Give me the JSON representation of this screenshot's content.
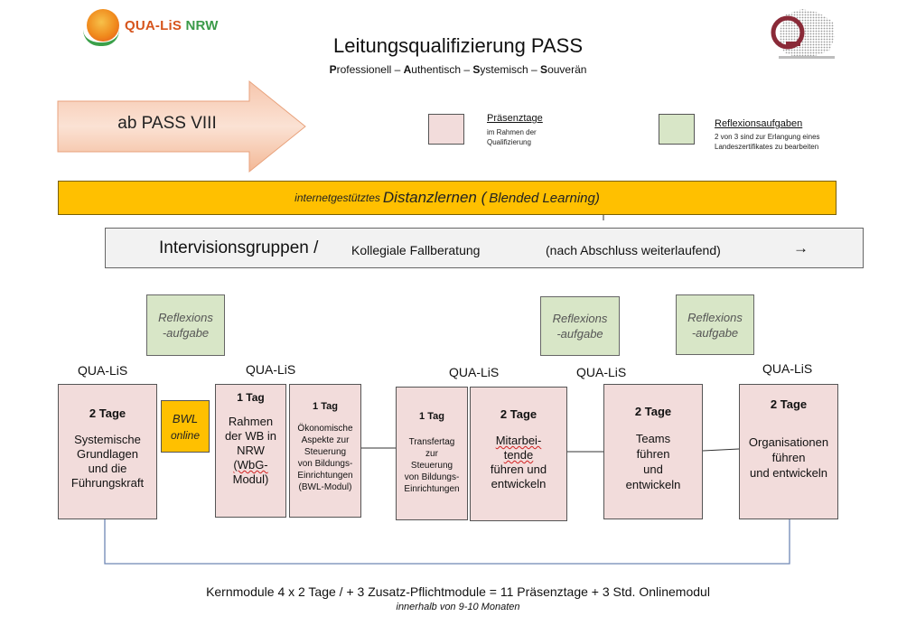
{
  "logo": {
    "part1": "QUA-LiS",
    "part2": "NRW"
  },
  "header": {
    "title": "Leitungsqualifizierung PASS",
    "subtitle_parts": [
      {
        "initial": "P",
        "rest": "rofessionell – "
      },
      {
        "initial": "A",
        "rest": "uthentisch – "
      },
      {
        "initial": "S",
        "rest": "ystemisch – "
      },
      {
        "initial": "S",
        "rest": "ouverän"
      }
    ]
  },
  "arrow": {
    "label": "ab PASS VIII"
  },
  "legend": {
    "praesenz_title": "Präsenztage",
    "praesenz_desc": "im Rahmen der Qualifizierung",
    "reflexion_title": "Reflexionsaufgaben",
    "reflexion_desc": "2 von 3 sind zur Erlangung eines Landeszertifikates zu bearbeiten"
  },
  "distanz_bar": {
    "prefix": "internetgestütztes",
    "main": "Distanzlernen (",
    "suffix": "Blended Learning)"
  },
  "intervision_bar": {
    "title": "Intervisionsgruppen /",
    "subtitle": "Kollegiale Fallberatung",
    "note": "(nach Abschluss weiterlaufend)",
    "arrow": "→"
  },
  "reflexion_boxes": [
    {
      "line1": "Reflexions",
      "line2": "-aufgabe"
    },
    {
      "line1": "Reflexions",
      "line2": "-aufgabe"
    },
    {
      "line1": "Reflexions",
      "line2": "-aufgabe"
    }
  ],
  "qualis_labels": [
    "QUA-LiS",
    "QUA-LiS",
    "QUA-LiS",
    "QUA-LiS",
    "QUA-LiS"
  ],
  "bwl_box": {
    "line1": "BWL",
    "line2": "online"
  },
  "modules": [
    {
      "days": "2 Tage",
      "lines": [
        "Systemische",
        "Grundlagen",
        "und die",
        "Führungskraft"
      ]
    },
    {
      "days": "1 Tag",
      "lines": [
        "Rahmen",
        "der WB in",
        "NRW",
        "(WbG-",
        "Modul)"
      ]
    },
    {
      "days": "1 Tag",
      "lines": [
        "Ökonomische",
        "Aspekte zur",
        "Steuerung",
        "von Bildungs-",
        "Einrichtungen",
        "(BWL-Modul)"
      ]
    },
    {
      "days": "1 Tag",
      "lines": [
        "Transfertag",
        "zur",
        "Steuerung",
        "von Bildungs-",
        "Einrichtungen"
      ]
    },
    {
      "days": "2 Tage",
      "lines": [
        "Mitarbei-",
        "tende",
        "führen und",
        "entwickeln"
      ]
    },
    {
      "days": "2 Tage",
      "lines": [
        "Teams",
        "führen",
        "und",
        "entwickeln"
      ]
    },
    {
      "days": "2 Tage",
      "lines": [
        "Organisationen",
        "führen",
        "und entwickeln"
      ]
    }
  ],
  "footer": {
    "summary": "Kernmodule 4 x 2 Tage / + 3 Zusatz-Pflichtmodule = 11 Präsenztage + 3 Std. Onlinemodul",
    "duration": "innerhalb von 9-10 Monaten"
  }
}
